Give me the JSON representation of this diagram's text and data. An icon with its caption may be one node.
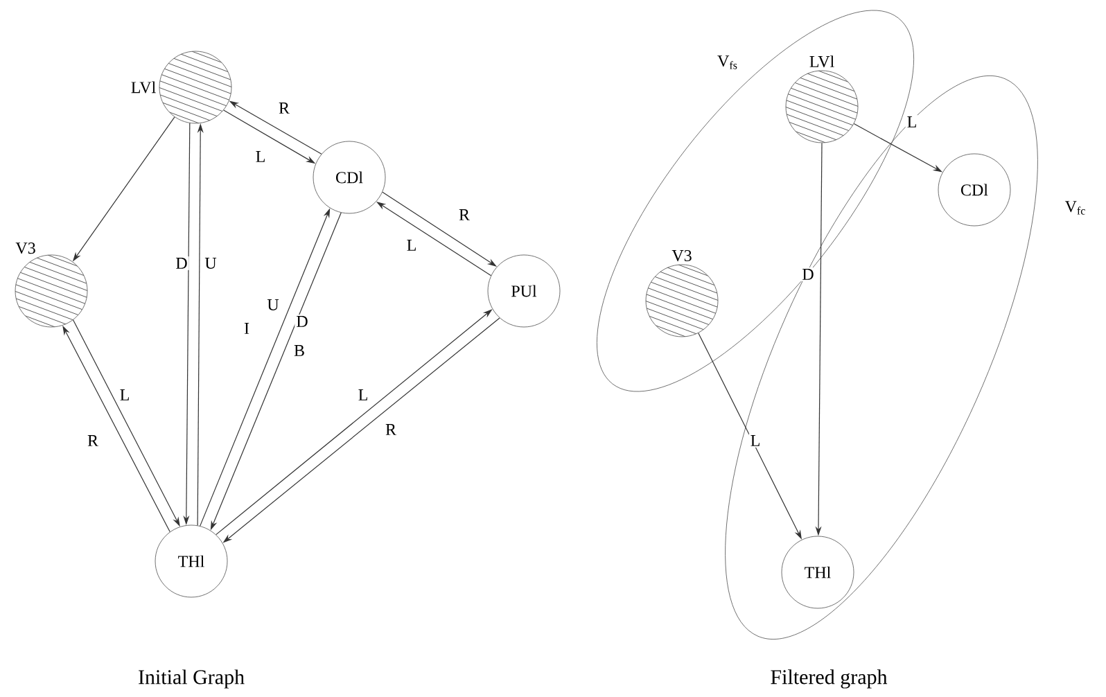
{
  "diagram": {
    "nodes": [
      {
        "text": [
          "LVl"
        ]
      },
      {
        "text": [
          "CDl"
        ]
      },
      {
        "text": [
          "V3"
        ]
      },
      {
        "text": [
          "PUl"
        ]
      },
      {
        "text": [
          "THl"
        ]
      },
      {
        "text": [
          "V$_{fs}$"
        ]
      },
      {
        "text": [
          "LVl"
        ],
        "in": 5
      },
      {
        "text": [
          "V3"
        ],
        "in": 5
      },
      {
        "text": [
          "V$_{fc}$"
        ]
      },
      {
        "text": [
          "CDl"
        ],
        "in": 8
      },
      {
        "text": [
          "THl"
        ],
        "in": 8
      }
    ],
    "edges": [
      {
        "from": 0,
        "to": 2,
        "arrow": "to"
      },
      {
        "from": 0,
        "to": 1,
        "arrow": "to",
        "label": "L"
      },
      {
        "from": 1,
        "to": 0,
        "arrow": "to",
        "label": "R"
      },
      {
        "from": 1,
        "to": 3,
        "arrow": "to",
        "label": "R"
      },
      {
        "from": 3,
        "to": 1,
        "arrow": "to",
        "label": "L"
      },
      {
        "from": 0,
        "to": 4,
        "arrow": "to",
        "label": "D"
      },
      {
        "from": 4,
        "to": 0,
        "arrow": "to",
        "label": "U"
      },
      {
        "from": 4,
        "to": 1,
        "arrow": "to",
        "label": "U"
      },
      {
        "from": 1,
        "to": 4,
        "arrow": "to",
        "label": "D"
      },
      {
        "from": 2,
        "to": 4,
        "arrow": "to",
        "label": "L"
      },
      {
        "from": 4,
        "to": 2,
        "arrow": "to",
        "label": "R"
      },
      {
        "from": 4,
        "to": 3,
        "arrow": "to",
        "label": "L"
      },
      {
        "from": 3,
        "to": 4,
        "arrow": "to",
        "label": "R"
      },
      {
        "from": 6,
        "to": 9,
        "arrow": "to",
        "label": "L"
      },
      {
        "from": 6,
        "to": 10,
        "arrow": "to",
        "label": "D"
      },
      {
        "from": 7,
        "to": 10,
        "arrow": "to",
        "label": "L"
      }
    ],
    "labels": [
      "I",
      "B",
      "Initial Graph",
      "Filtered graph"
    ]
  }
}
